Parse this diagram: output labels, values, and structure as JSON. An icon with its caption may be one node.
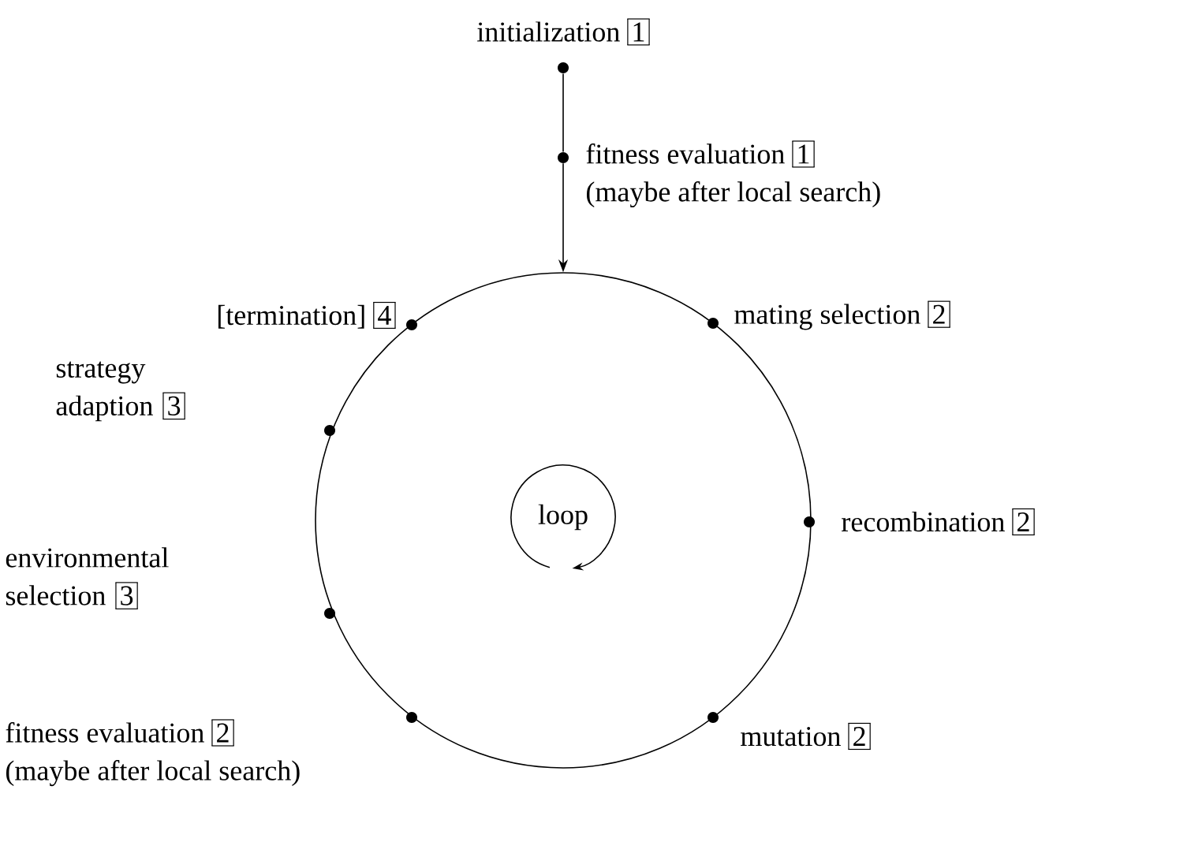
{
  "diagram": {
    "nodes": [
      {
        "text": [],
        "shape": "dot",
        "beside": [
          "initialization",
          "1"
        ]
      },
      {
        "text": [],
        "shape": "dot",
        "beside": [
          "fitness evaluation",
          "1",
          "(maybe after local search)"
        ]
      },
      {
        "text": [],
        "shape": "circle"
      },
      {
        "text": [
          "loop"
        ],
        "in": 2
      },
      {
        "text": [],
        "shape": "dot",
        "beside": [
          "[termination]",
          "4"
        ]
      },
      {
        "text": [],
        "shape": "dot",
        "beside": [
          "mating selection",
          "2"
        ]
      },
      {
        "text": [],
        "shape": "dot",
        "beside": [
          "strategy adaption",
          "3"
        ]
      },
      {
        "text": [],
        "shape": "dot",
        "beside": [
          "recombination",
          "2"
        ]
      },
      {
        "text": [],
        "shape": "dot",
        "beside": [
          "environmental selection",
          "3"
        ]
      },
      {
        "text": [],
        "shape": "dot",
        "beside": [
          "mutation",
          "2"
        ]
      },
      {
        "text": [],
        "shape": "dot",
        "beside": [
          "fitness evaluation",
          "2",
          "(maybe after local search)"
        ]
      }
    ],
    "edges": [
      {
        "from": 0,
        "to": 1,
        "arrow": "none"
      },
      {
        "from": 1,
        "to": 2,
        "arrow": "to"
      }
    ]
  }
}
